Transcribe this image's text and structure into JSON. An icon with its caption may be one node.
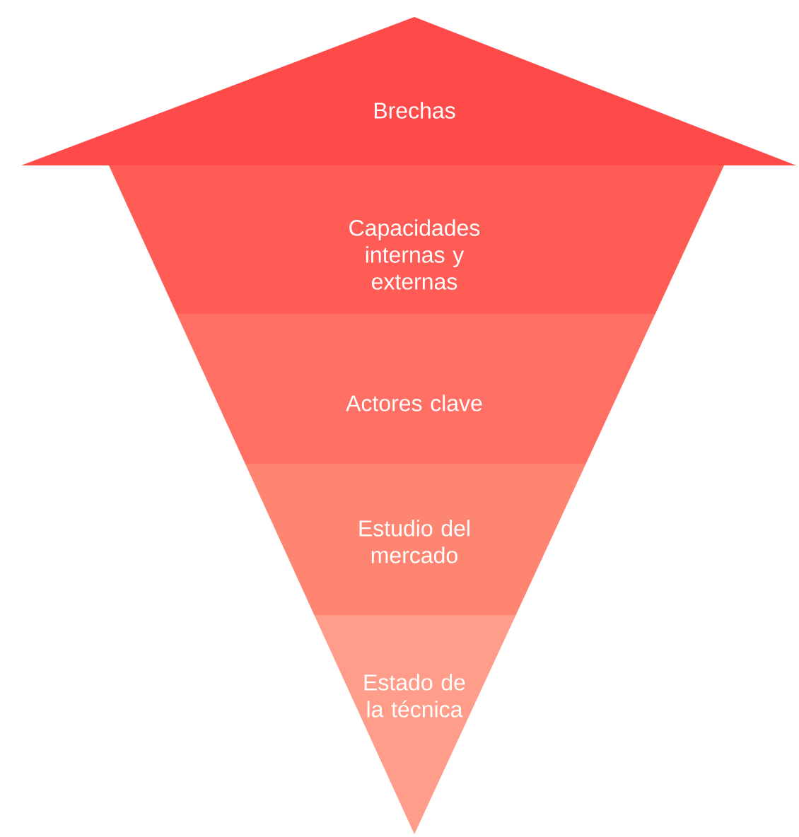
{
  "diagram": {
    "nodes": [
      {
        "text": [
          "Brechas"
        ]
      },
      {
        "text": [
          "Capacidades internas y externas"
        ]
      },
      {
        "text": [
          "Actores clave"
        ]
      },
      {
        "text": [
          "Estudio del mercado"
        ]
      },
      {
        "text": [
          "Estado de la técnica"
        ]
      }
    ]
  }
}
